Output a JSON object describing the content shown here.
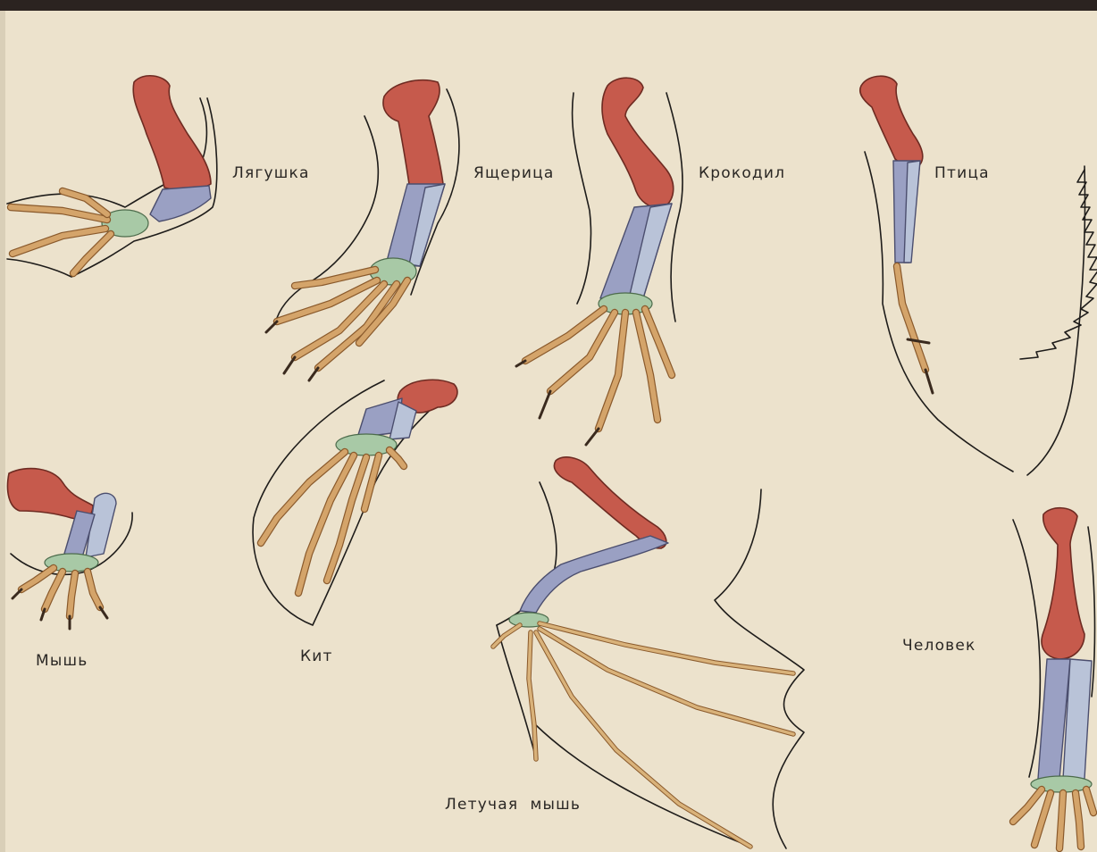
{
  "labels": {
    "frog": "Лягушка",
    "lizard": "Ящерица",
    "crocodile": "Крокодил",
    "bird": "Птица",
    "mouse": "Мышь",
    "whale": "Кит",
    "human": "Человек",
    "bat": "Летучая  мышь"
  },
  "colors": {
    "paper": "#ece2cc",
    "humerus": "#c65a4c",
    "radius_ulna": "#9aa0c3",
    "carpals": "#a8c9a6",
    "digits": "#d4a46a",
    "outline": "#1e1c1a"
  }
}
